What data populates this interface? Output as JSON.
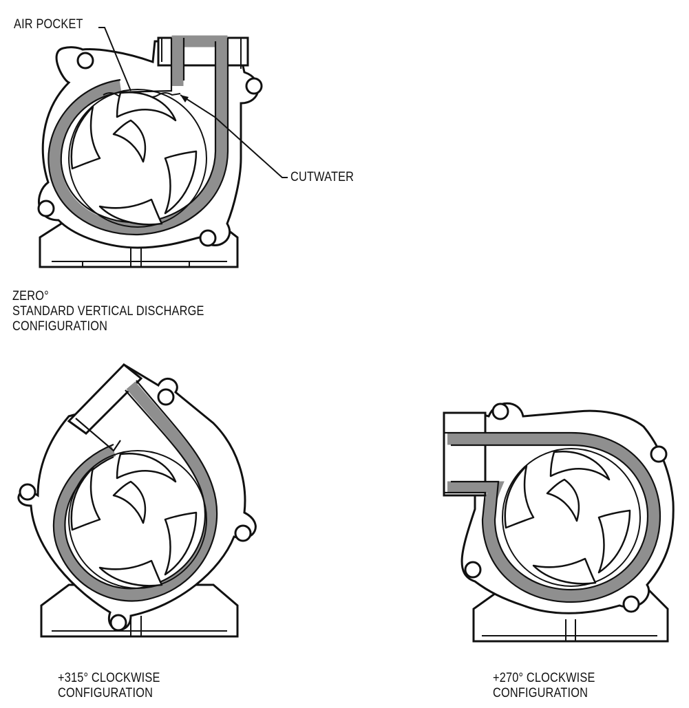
{
  "colors": {
    "background": "#ffffff",
    "line": "#111111",
    "casing_band": "#8f8f8f"
  },
  "diagrams": [
    {
      "key": "zero",
      "callouts": [
        "AIR POCKET",
        "CUTWATER"
      ],
      "caption": [
        "ZERO°",
        "STANDARD VERTICAL DISCHARGE",
        "CONFIGURATION"
      ]
    },
    {
      "key": "cw315",
      "caption": [
        "+315° CLOCKWISE",
        "CONFIGURATION"
      ]
    },
    {
      "key": "cw270",
      "caption": [
        "+270° CLOCKWISE",
        "CONFIGURATION"
      ]
    }
  ]
}
